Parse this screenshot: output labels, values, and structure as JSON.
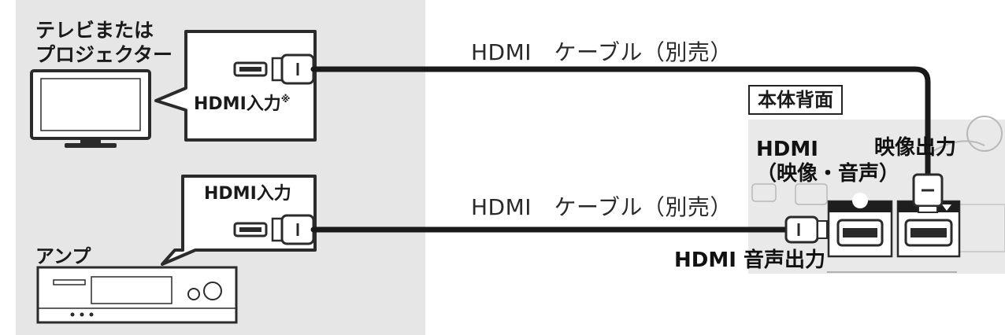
{
  "labels": {
    "tv": "テレビまたは\nプロジェクター",
    "tv_input": "HDMI入力",
    "tv_input_note": "※",
    "amp": "アンプ",
    "amp_input": "HDMI入力",
    "cable_top": "HDMI　ケーブル（別売）",
    "cable_bottom": "HDMI　ケーブル（別売）",
    "rear_panel": "本体背面",
    "av_output": "HDMI\n（映像・音声）",
    "video_output": "映像出力",
    "audio_output": "HDMI 音声出力"
  },
  "colors": {
    "panel_bg": "#e6e6e6",
    "cable": "#1a1a1a",
    "device_outline": "#2b2b2b"
  }
}
